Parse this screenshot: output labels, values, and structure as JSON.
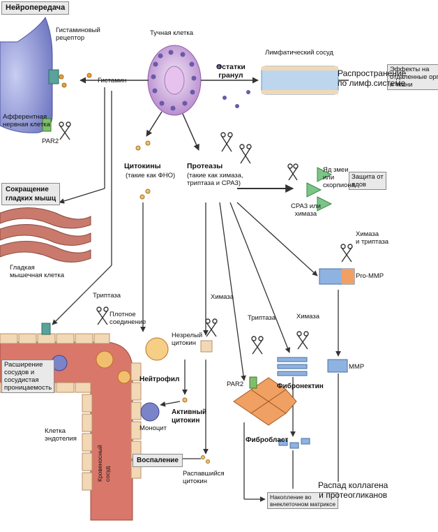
{
  "boxes": {
    "neurotransmission": "Нейропередача",
    "distant_effects": "Эффекты на\nотдаленные органы\nи ткани",
    "smooth_contraction": "Сокращение\nгладких мышц",
    "venom_protection": "Защита от\nядов",
    "vasodilation": "Расширение\nсосудов и\nсосудистая\nпроницаемость",
    "inflammation": "Воспаление",
    "ecm_accumulation": "Накопление во\nвнеклеточном матриксе"
  },
  "labels": {
    "mast_cell": "Тучная клетка",
    "histamine": "Гистамин",
    "histamine_receptor": "Гистаминовый\nрецептор",
    "afferent_nerve": "Афферентная\nнервная клетка",
    "par2_top": "PAR2",
    "granule_remnants": "Остатки\nгранул",
    "lymph_vessel": "Лимфатический сосуд",
    "lymph_spread": "Распространение\nпо лимф.системе",
    "cytokines": "Цитокины",
    "cytokines_sub": "(такие как ФНО)",
    "proteases": "Протеазы",
    "proteases_sub": "(такие как химаза,\nтриптаза и CPA3)",
    "snake_venom": "Яд змеи\nили\nскорпиона",
    "cpa3_chymase": "CPA3 или\nхимаза",
    "smooth_muscle_cell": "Гладкая\nмышечная клетка",
    "chymase_tryptase": "Химаза\nи триптаза",
    "pro_mmp": "Pro-MMP",
    "tryptase_left": "Триптаза",
    "tight_junction": "Плотное\nсоединение",
    "chymase_mid": "Химаза",
    "immature_cytokine": "Незрелый\nцитокин",
    "tryptase_right": "Триптаза",
    "chymase_right": "Химаза",
    "mmp": "MMP",
    "neutrophil": "Нейтрофил",
    "active_cytokine": "Активный\nцитокин",
    "monocyte": "Моноцит",
    "fibronectin": "Фибронектин",
    "par2_bottom": "PAR2",
    "fibroblast": "Фибробласт",
    "endothelial_cell": "Клетка\nэндотелия",
    "blood_vessel": "Кровеносный\nсосуд",
    "degraded_cytokine": "Распавшийся\nцитокин",
    "collagen_breakdown": "Распад коллагена\nи протеогликанов"
  },
  "colors": {
    "mast_cell": "#c9a8d8",
    "granule": "#6a5aa8",
    "vessel": "#d9776a",
    "endothelium": "#f2d8b4",
    "lymph": "#bcd6ee",
    "fibroblast": "#f0a063",
    "mmp": "#8fb3e0",
    "venom": "#7cc487",
    "nerve": "#7b84c8",
    "box_fill": "#e9e9e9"
  }
}
